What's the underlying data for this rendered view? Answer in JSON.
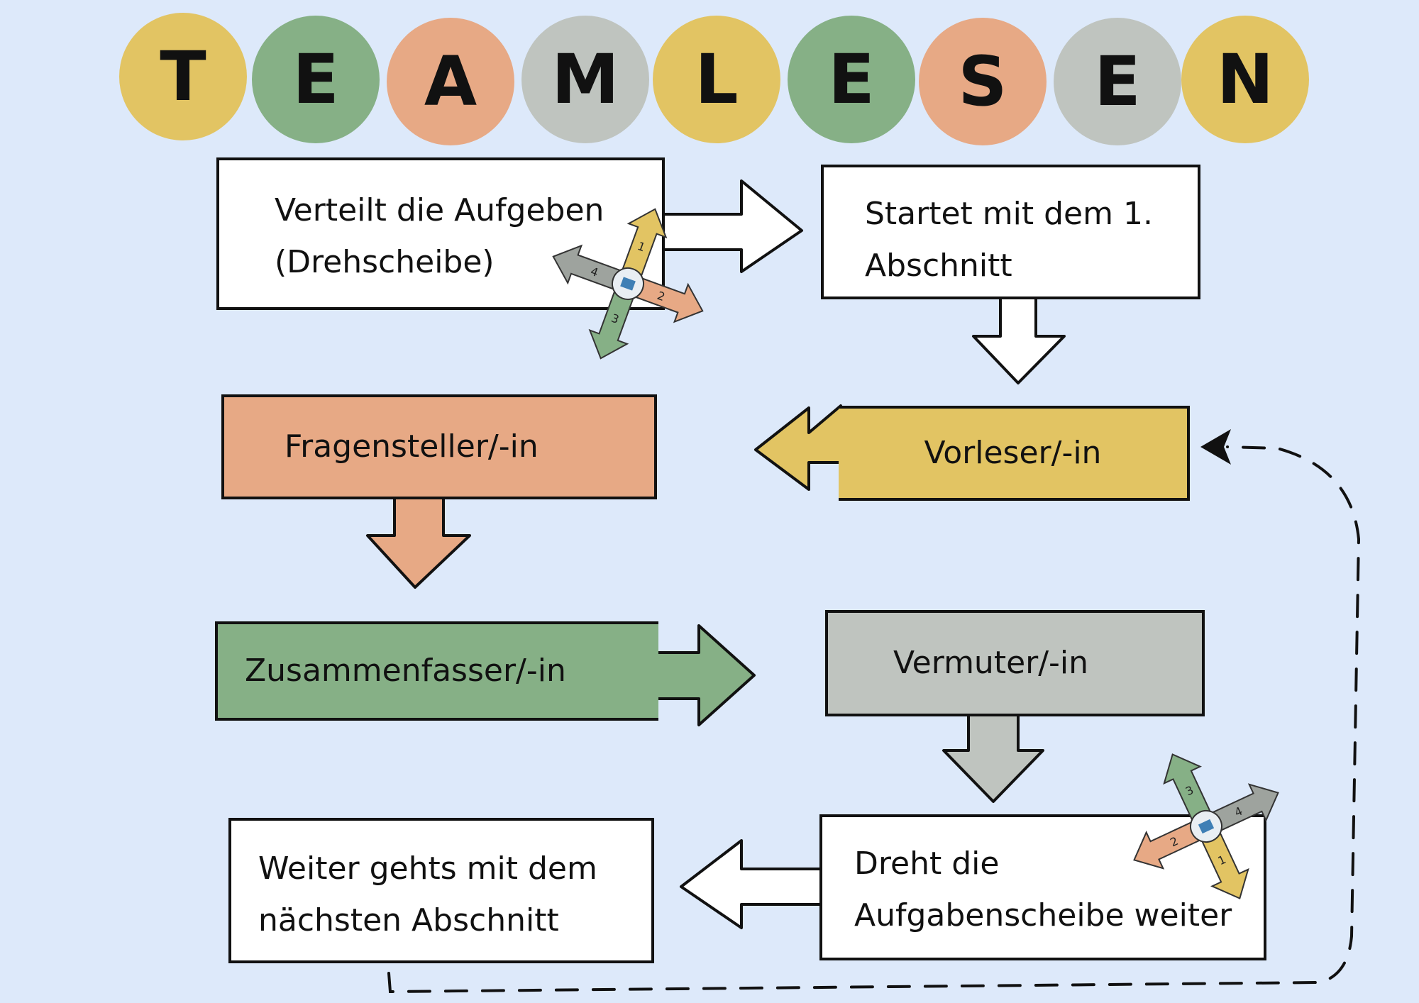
{
  "title_letters": [
    {
      "char": "T",
      "color": "#e2c463"
    },
    {
      "char": "E",
      "color": "#86b086"
    },
    {
      "char": "A",
      "color": "#e7a985"
    },
    {
      "char": "M",
      "color": "#bfc4bf"
    },
    {
      "char": "L",
      "color": "#e2c463"
    },
    {
      "char": "E",
      "color": "#86b086"
    },
    {
      "char": "S",
      "color": "#e7a985"
    },
    {
      "char": "E",
      "color": "#bfc4bf"
    },
    {
      "char": "N",
      "color": "#e2c463"
    }
  ],
  "boxes": {
    "verteilt": {
      "line1": "Verteilt die Aufgeben",
      "line2": "(Drehscheibe)"
    },
    "startet": {
      "line1": "Startet mit dem 1.",
      "line2": "Abschnitt"
    },
    "vorleser": {
      "label": "Vorleser/-in"
    },
    "fragensteller": {
      "label": "Fragensteller/-in"
    },
    "zusammenfasser": {
      "label": "Zusammenfasser/-in"
    },
    "vermuter": {
      "label": "Vermuter/-in"
    },
    "dreht": {
      "line1": "Dreht die",
      "line2": "Aufgabenscheibe weiter"
    },
    "weiter": {
      "line1": "Weiter gehts mit dem",
      "line2": "nächsten Abschnitt"
    }
  },
  "spinner_labels": [
    "1",
    "2",
    "3",
    "4"
  ],
  "colors": {
    "background": "#dde9fa",
    "yellow": "#e2c463",
    "green": "#86b086",
    "orange": "#e7a985",
    "grey": "#bfc4bf",
    "white": "#ffffff",
    "outline": "#111111"
  }
}
